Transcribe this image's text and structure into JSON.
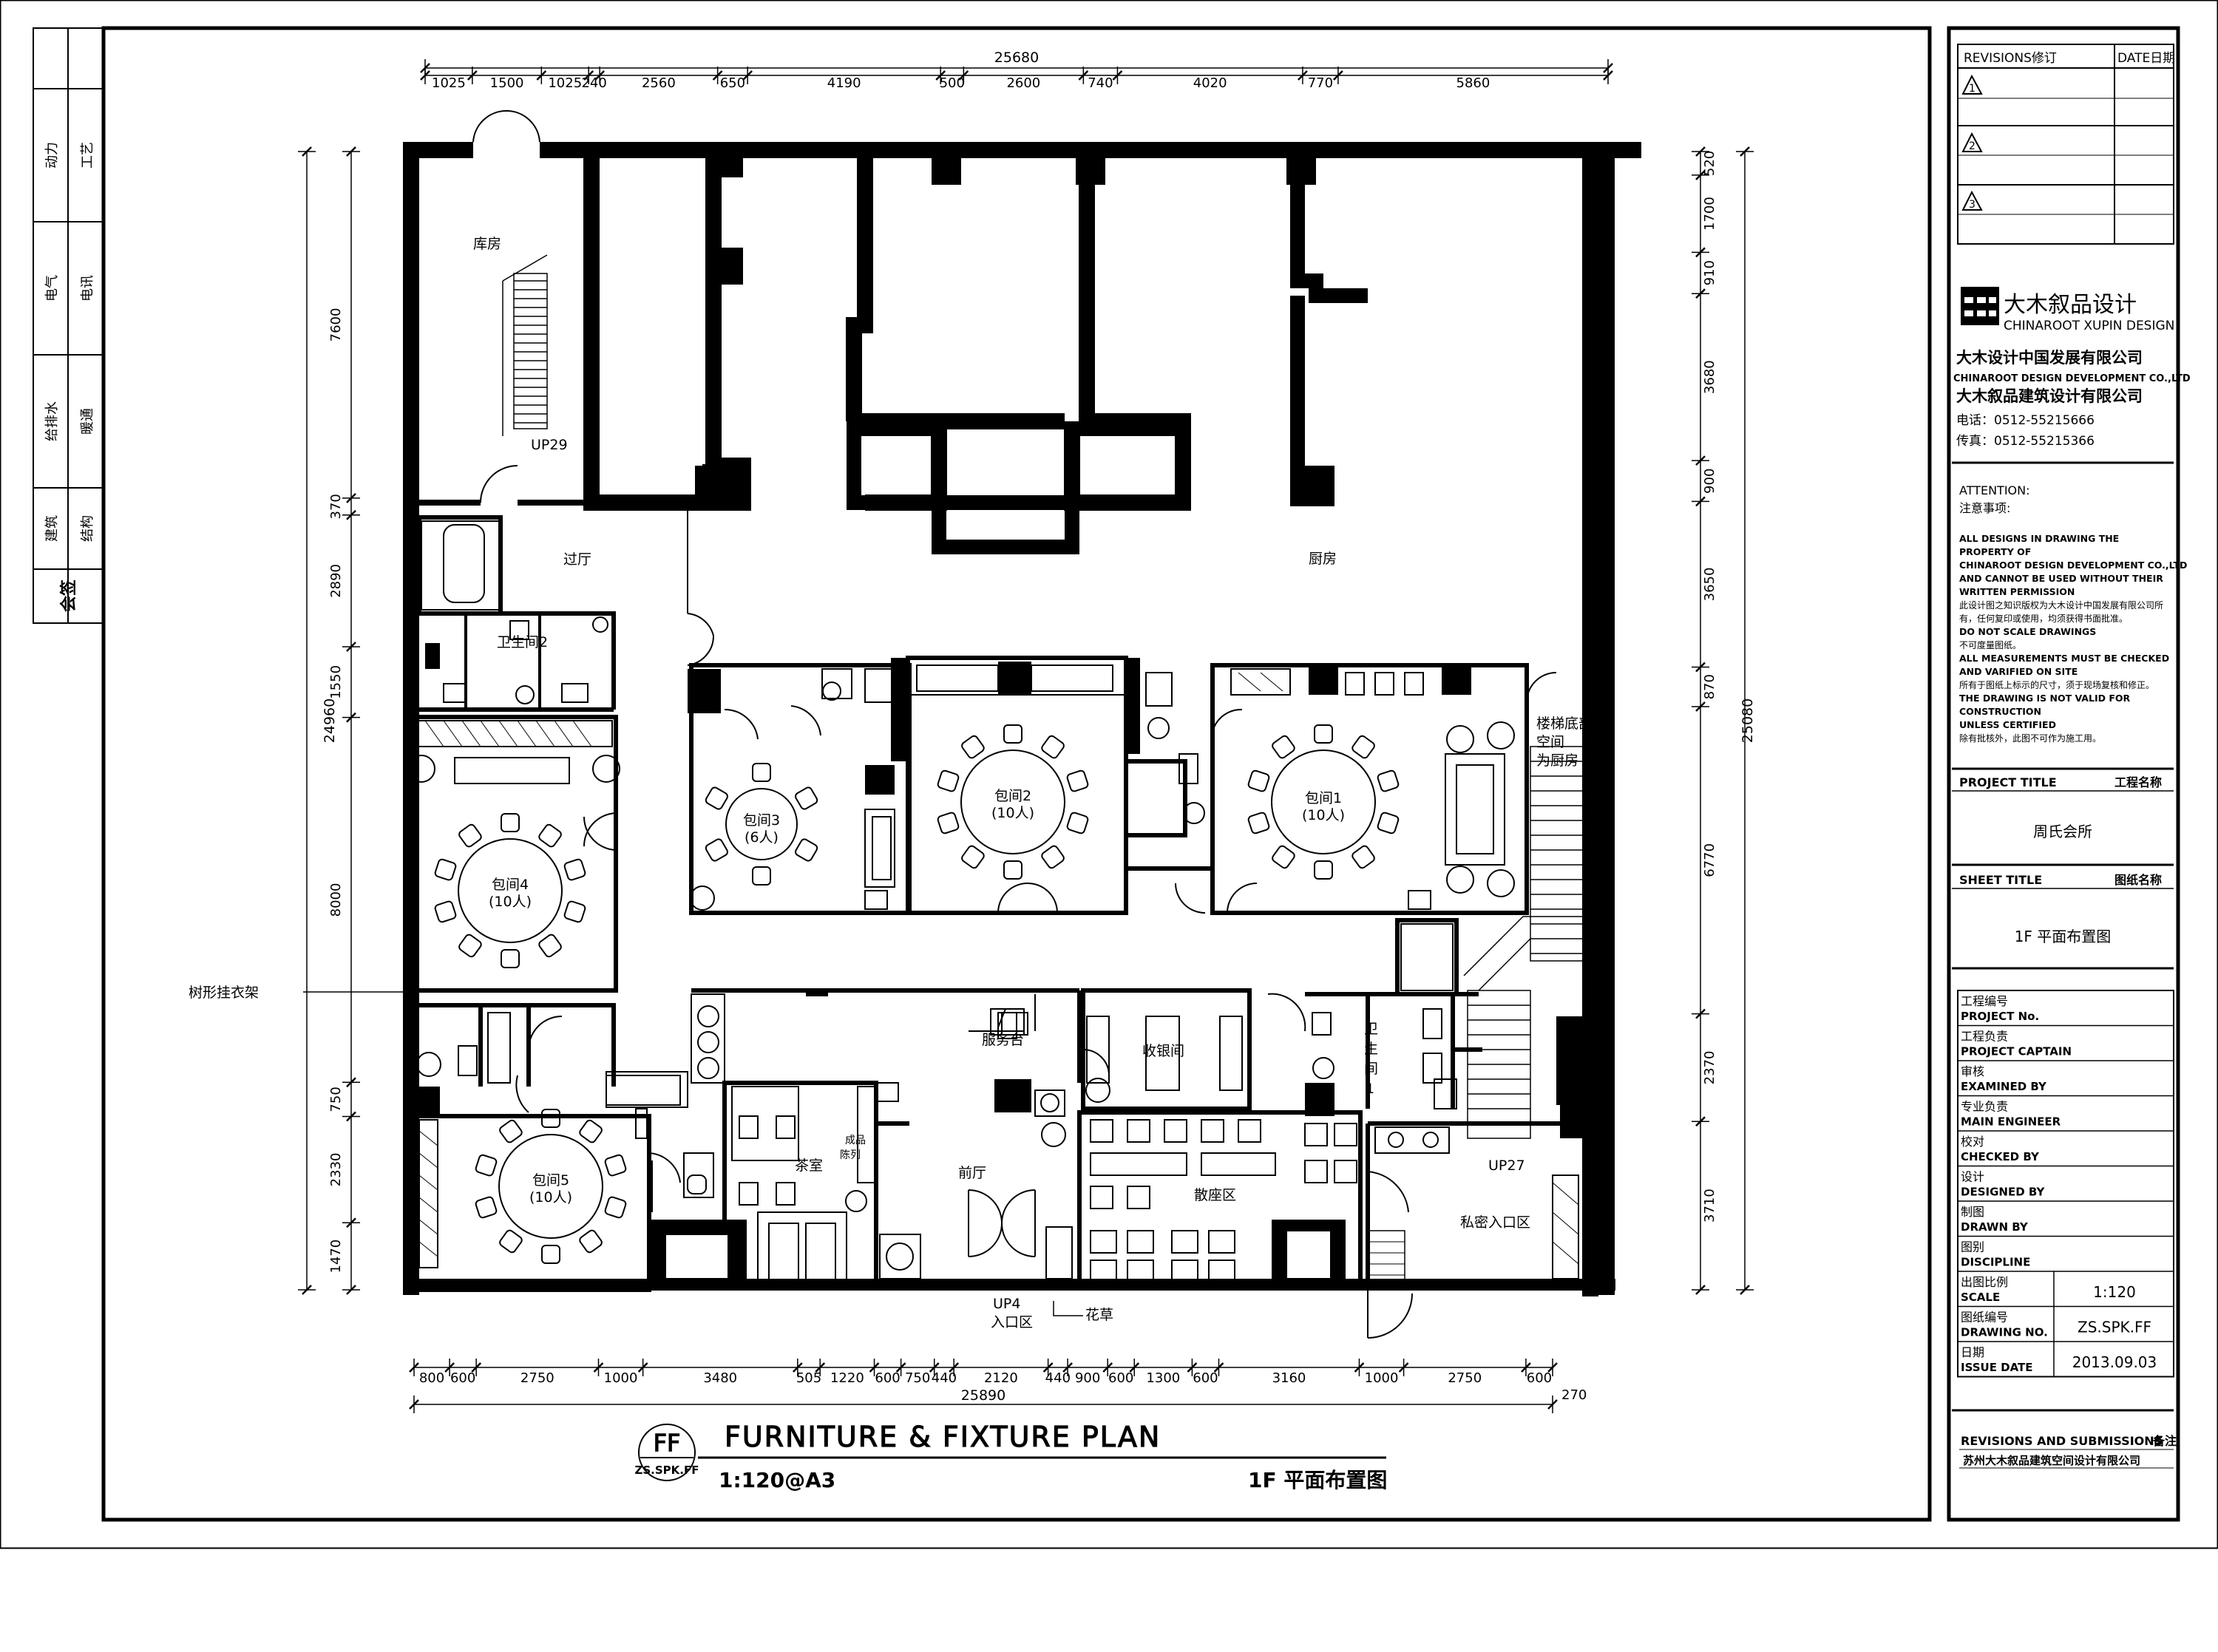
{
  "left_strip": {
    "header": "会签",
    "cells": [
      [
        "动力",
        "工艺"
      ],
      [
        "电气",
        "电讯"
      ],
      [
        "给排水",
        "暖通"
      ],
      [
        "建筑",
        "结构"
      ]
    ]
  },
  "top_dims": {
    "total": "25680",
    "segments": [
      "1025",
      "1500",
      "1025",
      "240",
      "2560",
      "650",
      "4190",
      "500",
      "2600",
      "740",
      "4020",
      "770",
      "5860"
    ]
  },
  "bottom_dims": {
    "total": "25890",
    "segments": [
      "800",
      "600",
      "2750",
      "1000",
      "3480",
      "505",
      "1220",
      "600",
      "750",
      "440",
      "2120",
      "440",
      "900",
      "600",
      "1300",
      "600",
      "3160",
      "1000",
      "2750",
      "600"
    ],
    "extra": "270"
  },
  "left_dims": {
    "total": "24960",
    "segments": [
      "7600",
      "370",
      "2890",
      "1550",
      "8000",
      "750",
      "2330",
      "1470"
    ]
  },
  "right_dims": {
    "total": "25080",
    "segments": [
      "520",
      "1700",
      "910",
      "3680",
      "900",
      "3650",
      "870",
      "6770",
      "2370",
      "3710"
    ]
  },
  "rooms": {
    "storage": "库房",
    "lobby": "过厅",
    "kitchen": "厨房",
    "toilet2": "卫生间2",
    "pr3": "包间3",
    "pr3_cap": "(6人)",
    "pr2": "包间2",
    "pr2_cap": "(10人)",
    "pr1": "包间1",
    "pr1_cap": "(10人)",
    "pr4": "包间4",
    "pr4_cap": "(10人)",
    "pr5": "包间5",
    "pr5_cap": "(10人)",
    "service": "服务台",
    "cashier": "收银间",
    "toilet1_a": "卫",
    "toilet1_b": "生",
    "toilet1_c": "间",
    "toilet1_d": "1",
    "tea": "茶室",
    "display_a": "成品",
    "display_b": "陈列",
    "front_hall": "前厅",
    "seating": "散座区",
    "private_entry": "私密入口区",
    "stair_a": "楼梯底部",
    "stair_b": "空间",
    "stair_c": "为厨房",
    "up29": "UP29",
    "up27": "UP27",
    "up4": "UP4",
    "entry": "入口区",
    "flowers": "花草",
    "coat_rack": "树形挂衣架"
  },
  "plan_title": {
    "badge_top": "FF",
    "badge_code": "ZS.SPK.FF",
    "main": "FURNITURE & FIXTURE PLAN",
    "scale": "1:120@A3",
    "cn": "1F 平面布置图"
  },
  "title_block": {
    "rev_label": "REVISIONS修订",
    "date_label": "DATE日期",
    "rev_marks": [
      "1",
      "2",
      "3"
    ],
    "brand_cn": "大木叙品设计",
    "brand_en": "CHINAROOT XUPIN DESIGN",
    "company1": "大木设计中国发展有限公司",
    "company1_en": "CHINAROOT DESIGN DEVELOPMENT CO.,LTD",
    "company2": "大木叙品建筑设计有限公司",
    "tel": "电话：0512-55215666",
    "fax": "传真：0512-55215366",
    "attention": "ATTENTION:",
    "attention_cn": "注意事项:",
    "notes": [
      "ALL DESIGNS IN DRAWING THE",
      "PROPERTY OF",
      "CHINAROOT DESIGN DEVELOPMENT CO.,LTD",
      "AND CANNOT BE USED WITHOUT THEIR",
      "WRITTEN PERMISSION",
      "此设计图之知识版权为大木设计中国发展有限公司所",
      "有，任何复印或使用，均须获得书面批准。",
      "DO NOT SCALE DRAWINGS",
      "不可度量图纸。",
      "ALL MEASUREMENTS MUST BE CHECKED",
      "AND VARIFIED ON SITE",
      "所有于图纸上标示的尺寸，须于现场复核和修正。",
      "THE DRAWING IS NOT VALID FOR",
      "CONSTRUCTION",
      "UNLESS CERTIFIED",
      "除有批核外，此图不可作为施工用。"
    ],
    "project_title_en": "PROJECT TITLE",
    "project_title_cn": "工程名称",
    "project_name": "周氏会所",
    "sheet_title_en": "SHEET TITLE",
    "sheet_title_cn": "图纸名称",
    "sheet_name": "1F 平面布置图",
    "fields": [
      {
        "cn": "工程编号",
        "en": "PROJECT No.",
        "value": ""
      },
      {
        "cn": "工程负责",
        "en": "PROJECT CAPTAIN",
        "value": ""
      },
      {
        "cn": "审核",
        "en": "EXAMINED BY",
        "value": ""
      },
      {
        "cn": "专业负责",
        "en": "MAIN ENGINEER",
        "value": ""
      },
      {
        "cn": "校对",
        "en": "CHECKED BY",
        "value": ""
      },
      {
        "cn": "设计",
        "en": "DESIGNED BY",
        "value": ""
      },
      {
        "cn": "制图",
        "en": "DRAWN BY",
        "value": ""
      },
      {
        "cn": "图别",
        "en": "DISCIPLINE",
        "value": ""
      },
      {
        "cn": "出图比例",
        "en": "SCALE",
        "value": "1:120"
      },
      {
        "cn": "图纸编号",
        "en": "DRAWING NO.",
        "value": "ZS.SPK.FF"
      },
      {
        "cn": "日期",
        "en": "ISSUE DATE",
        "value": "2013.09.03"
      }
    ],
    "rev_sub": "REVISIONS AND SUBMISSIONS",
    "rev_sub_cn": "备注",
    "footer": "苏州大木叙品建筑空间设计有限公司"
  }
}
